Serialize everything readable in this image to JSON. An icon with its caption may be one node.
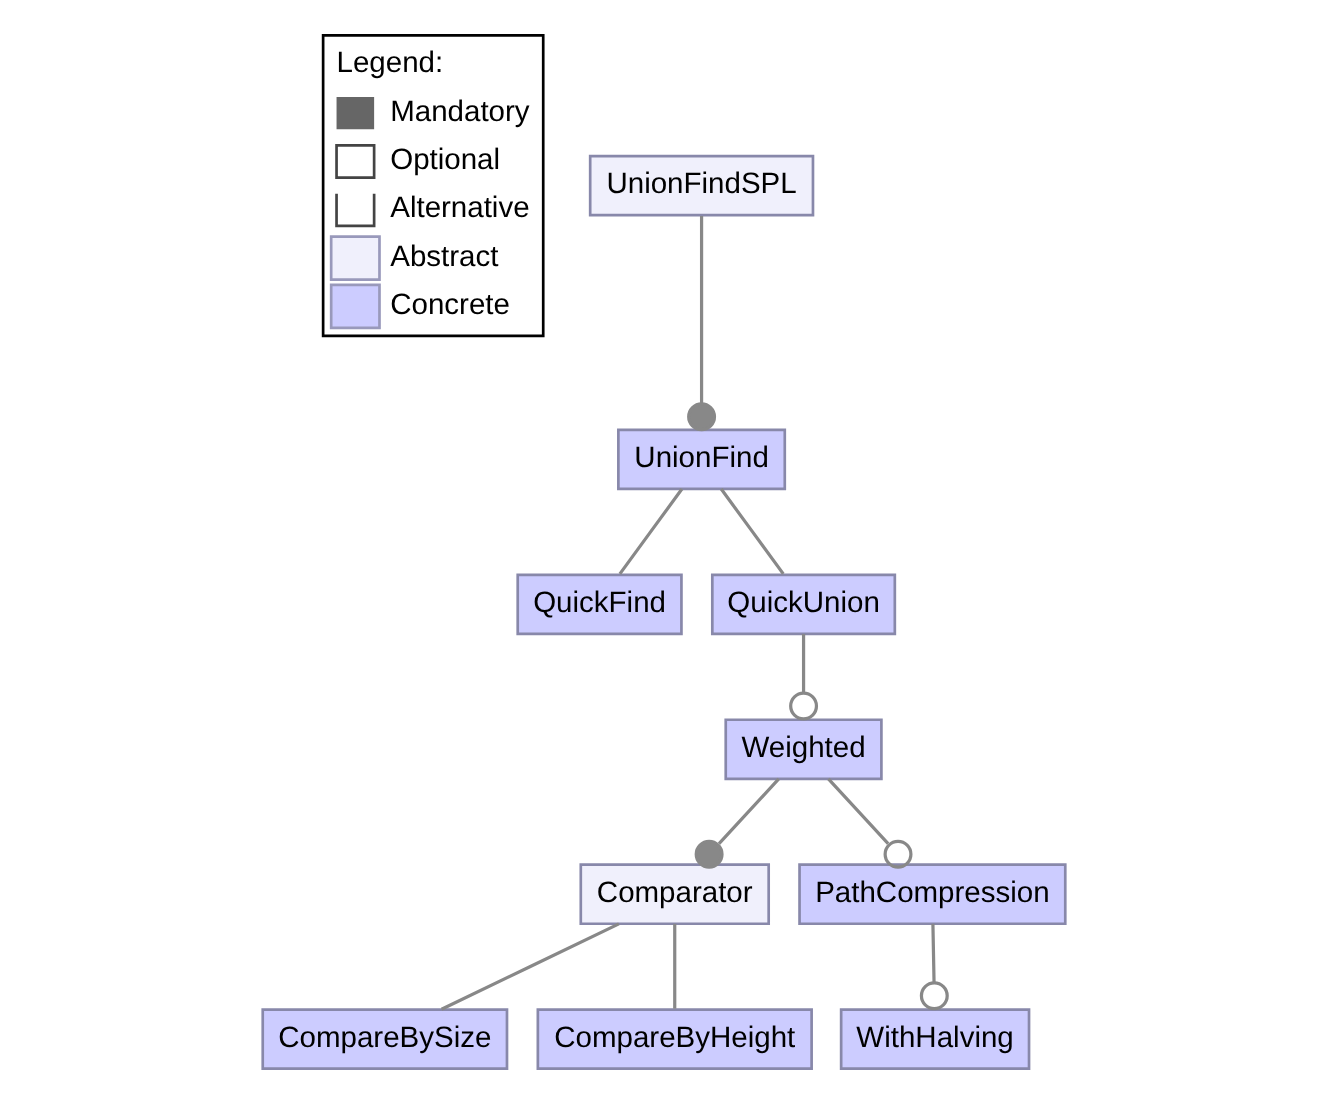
{
  "diagram": {
    "nodes": [
      {
        "text": [
          "UnionFindSPL"
        ]
      },
      {
        "text": [
          "UnionFind"
        ]
      },
      {
        "text": [
          "QuickFind"
        ]
      },
      {
        "text": [
          "QuickUnion"
        ]
      },
      {
        "text": [
          "Weighted"
        ]
      },
      {
        "text": [
          "Comparator"
        ]
      },
      {
        "text": [
          "PathCompression"
        ]
      },
      {
        "text": [
          "CompareBySize"
        ]
      },
      {
        "text": [
          "CompareByHeight"
        ]
      },
      {
        "text": [
          "WithHalving"
        ]
      }
    ],
    "edges": [
      {
        "from": 0,
        "to": 1,
        "arrow": "other"
      },
      {
        "from": 1,
        "to": 2,
        "arrow": "none"
      },
      {
        "from": 1,
        "to": 3,
        "arrow": "none"
      },
      {
        "from": 3,
        "to": 4,
        "arrow": "other"
      },
      {
        "from": 4,
        "to": 5,
        "arrow": "other"
      },
      {
        "from": 4,
        "to": 6,
        "arrow": "other"
      },
      {
        "from": 5,
        "to": 7,
        "arrow": "none"
      },
      {
        "from": 5,
        "to": 8,
        "arrow": "none"
      },
      {
        "from": 6,
        "to": 9,
        "arrow": "other"
      }
    ],
    "labels": [
      "Legend:"
    ],
    "legend": [
      {
        "text": "Mandatory"
      },
      {
        "text": "Optional"
      },
      {
        "text": "Alternative"
      },
      {
        "text": "Abstract",
        "color": "#f0f0fc"
      },
      {
        "text": "Concrete",
        "color": "#ccccff"
      }
    ]
  }
}
